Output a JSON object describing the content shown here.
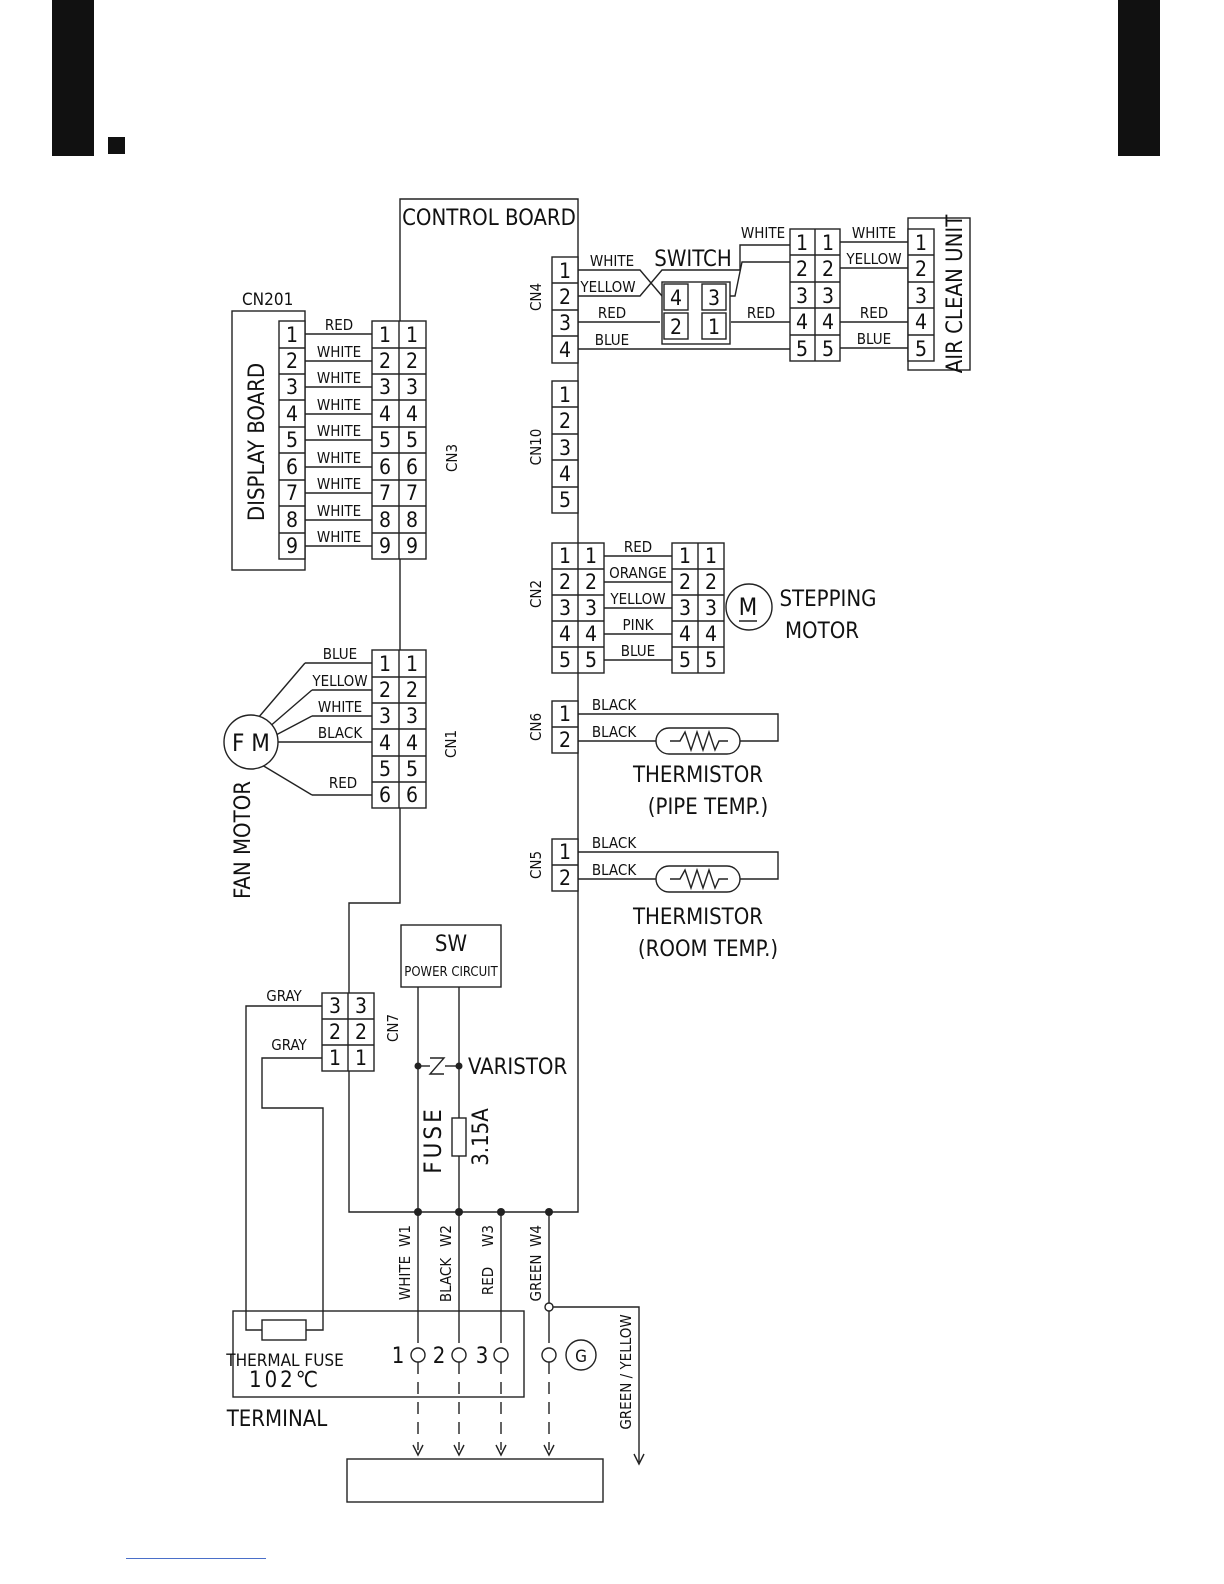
{
  "diagram": {
    "control_board": "CONTROL BOARD",
    "display_board": "DISPLAY BOARD",
    "cn201": "CN201",
    "connectors": {
      "cn1": "CN1",
      "cn2": "CN2",
      "cn3": "CN3",
      "cn4": "CN4",
      "cn5": "CN5",
      "cn6": "CN6",
      "cn7": "CN7",
      "cn10": "CN10"
    },
    "cn3_wires": [
      "RED",
      "WHITE",
      "WHITE",
      "WHITE",
      "WHITE",
      "WHITE",
      "WHITE",
      "WHITE",
      "WHITE"
    ],
    "cn3_pins": [
      "1",
      "2",
      "3",
      "4",
      "5",
      "6",
      "7",
      "8",
      "9"
    ],
    "cn1_wires": [
      "BLUE",
      "YELLOW",
      "WHITE",
      "BLACK",
      "RED"
    ],
    "cn1_pins": [
      "1",
      "2",
      "3",
      "4",
      "5",
      "6"
    ],
    "fan_motor": "FAN MOTOR",
    "fm_symbol": "F M",
    "cn4_wires": [
      "WHITE",
      "YELLOW",
      "RED",
      "BLUE"
    ],
    "cn4_pins": [
      "1",
      "2",
      "3",
      "4"
    ],
    "switch": "SWITCH",
    "switch_pins": [
      "4",
      "3",
      "2",
      "1"
    ],
    "switch_white": "WHITE",
    "switch_red": "RED",
    "aircleaner_wires": [
      "WHITE",
      "YELLOW",
      "RED",
      "BLUE"
    ],
    "aircleaner_pins": [
      "1",
      "2",
      "3",
      "4",
      "5"
    ],
    "air_clean_unit": "AIR CLEAN UNIT",
    "cn10_pins": [
      "1",
      "2",
      "3",
      "4",
      "5"
    ],
    "cn2_wires": [
      "RED",
      "ORANGE",
      "YELLOW",
      "PINK",
      "BLUE"
    ],
    "cn2_pins": [
      "1",
      "2",
      "3",
      "4",
      "5"
    ],
    "stepping_motor": [
      "STEPPING",
      "MOTOR"
    ],
    "m_symbol": "M",
    "cn6_wires": [
      "BLACK",
      "BLACK"
    ],
    "cn5_wires": [
      "BLACK",
      "BLACK"
    ],
    "pins_2": [
      "1",
      "2"
    ],
    "thermistor_pipe": [
      "THERMISTOR",
      "(PIPE TEMP.)"
    ],
    "thermistor_room": [
      "THERMISTOR",
      "(ROOM TEMP.)"
    ],
    "sw_power": [
      "SW",
      "POWER CIRCUIT"
    ],
    "varistor": "VARISTOR",
    "fuse": "FUSE",
    "fuse_rating": "3.15A",
    "cn7_wires": [
      "GRAY",
      "GRAY"
    ],
    "cn7_pins": [
      "3",
      "2",
      "1"
    ],
    "terminals": [
      "W1",
      "W2",
      "W3",
      "W4"
    ],
    "terminal_wires": [
      "WHITE",
      "BLACK",
      "RED",
      "GREEN"
    ],
    "terminal_nums": [
      "1",
      "2",
      "3"
    ],
    "ground": "G",
    "green_yellow": "GREEN / YELLOW",
    "thermal_fuse": [
      "THERMAL FUSE",
      "102℃"
    ],
    "terminal_label": "TERMINAL"
  }
}
